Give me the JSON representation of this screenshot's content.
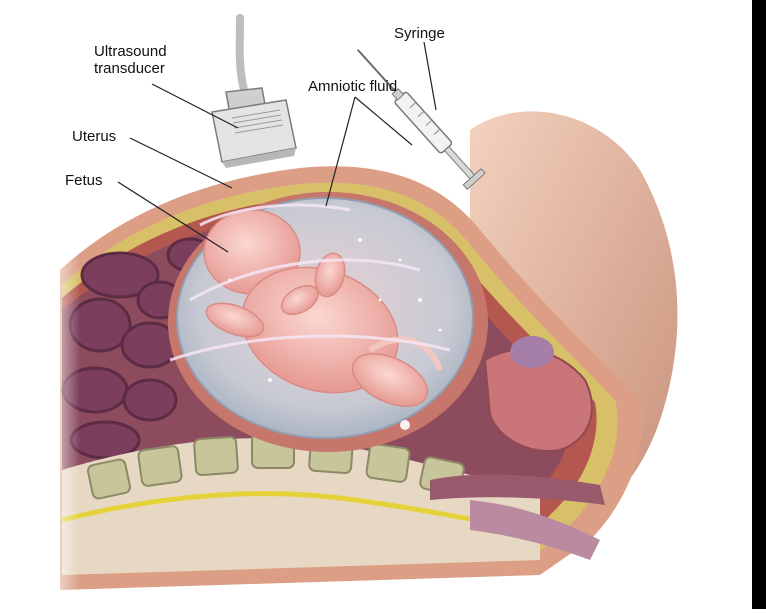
{
  "labels": {
    "ultrasound_line1": "Ultrasound",
    "ultrasound_line2": "transducer",
    "syringe": "Syringe",
    "amniotic_fluid": "Amniotic fluid",
    "uterus": "Uterus",
    "fetus": "Fetus"
  },
  "colors": {
    "skin": "#e8b9a0",
    "skin_shadow": "#c88f76",
    "muscle": "#b5564e",
    "fat": "#d9c46a",
    "intestine": "#8a4a66",
    "amniotic_sac": "#bcc7d4",
    "fetus": "#f0b7b0",
    "spine_bone": "#c9c59a",
    "leader_line": "#222222"
  }
}
